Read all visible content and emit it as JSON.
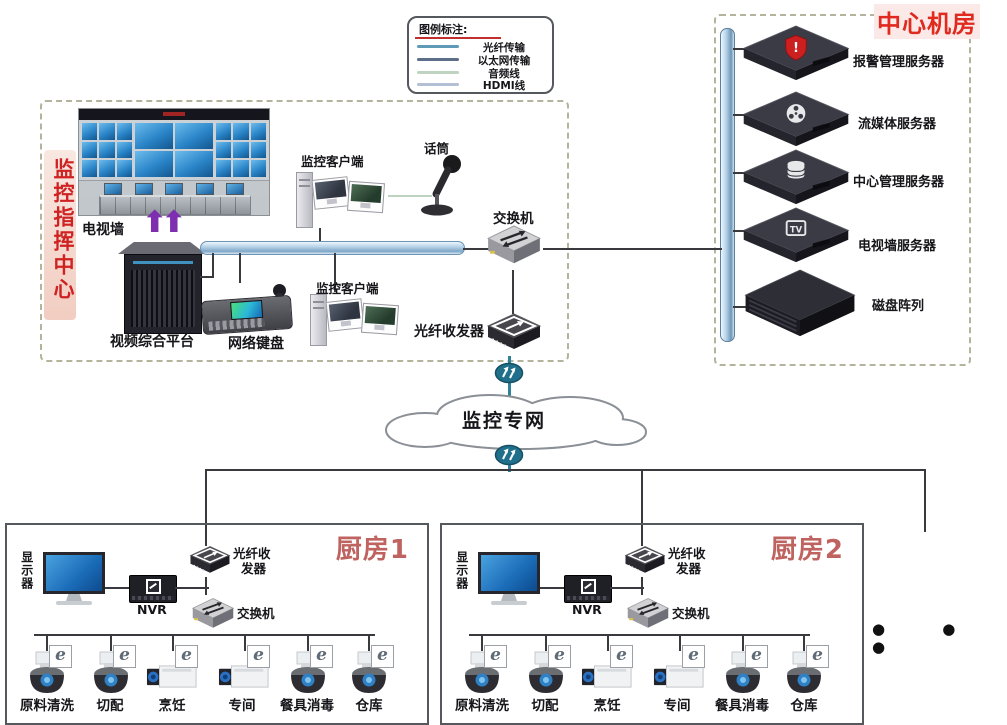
{
  "legend": {
    "title": "图例标注:",
    "items": [
      {
        "label": "光纤传输",
        "color": "#5f9ab7"
      },
      {
        "label": "以太网传输",
        "color": "#5d6e88"
      },
      {
        "label": "音频线",
        "color": "#bfd3c1"
      },
      {
        "label": "HDMI线",
        "color": "#b3bfd4"
      }
    ]
  },
  "machine_room": {
    "title": "中心机房",
    "title_color": "#e02a20",
    "servers": [
      {
        "label": "报警管理服务器",
        "icon": "alarm-shield"
      },
      {
        "label": "流媒体服务器",
        "icon": "media-reel"
      },
      {
        "label": "中心管理服务器",
        "icon": "database"
      },
      {
        "label": "电视墙服务器",
        "icon": "tv"
      },
      {
        "label": "磁盘阵列",
        "icon": "disk-array"
      }
    ]
  },
  "command_center": {
    "title": "监控指挥中心",
    "title_color": "#cf2222",
    "tv_wall": "电视墙",
    "video_platform": "视频综合平台",
    "network_keyboard": "网络键盘",
    "client_top": "监控客户端",
    "client_bottom": "监控客户端",
    "microphone": "话筒",
    "switch": "交换机",
    "fiber_transceiver": "光纤收发器"
  },
  "network": {
    "cloud_label": "监控专网",
    "line_color_fiber": "#2f8098"
  },
  "kitchens": [
    {
      "title": "厨房1",
      "title_color": "#bf6360",
      "monitor": "显示器",
      "nvr": "NVR",
      "fiber_line1": "光纤收",
      "fiber_line2": "发器",
      "switch": "交换机",
      "cameras": [
        {
          "label": "原料清洗",
          "type": "dome"
        },
        {
          "label": "切配",
          "type": "dome"
        },
        {
          "label": "烹饪",
          "type": "box"
        },
        {
          "label": "专间",
          "type": "box"
        },
        {
          "label": "餐具消毒",
          "type": "dome"
        },
        {
          "label": "仓库",
          "type": "dome"
        }
      ]
    },
    {
      "title": "厨房2",
      "title_color": "#bf6360",
      "monitor": "显示器",
      "nvr": "NVR",
      "fiber_line1": "光纤收",
      "fiber_line2": "发器",
      "switch": "交换机",
      "cameras": [
        {
          "label": "原料清洗",
          "type": "dome"
        },
        {
          "label": "切配",
          "type": "dome"
        },
        {
          "label": "烹饪",
          "type": "box"
        },
        {
          "label": "专间",
          "type": "box"
        },
        {
          "label": "餐具消毒",
          "type": "dome"
        },
        {
          "label": "仓库",
          "type": "dome"
        }
      ]
    }
  ],
  "more_kitchens_ellipsis": "● ● ●"
}
